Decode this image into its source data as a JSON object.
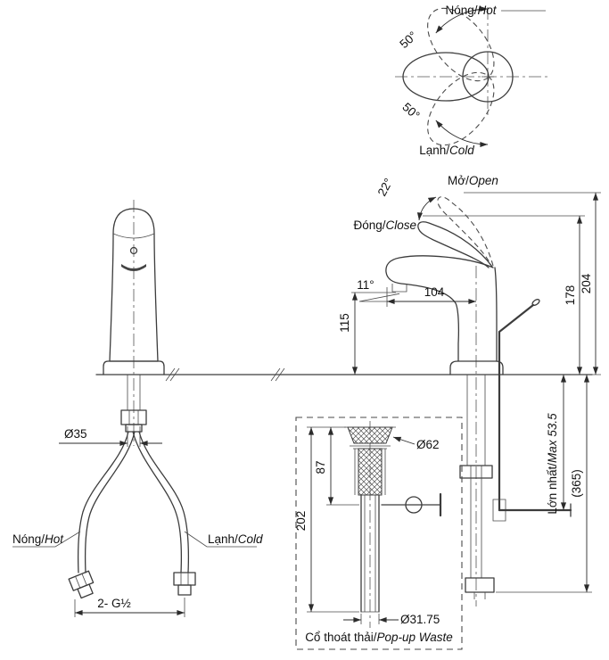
{
  "drawing": {
    "top_view": {
      "hot_vi": "Nóng/",
      "hot_en": "Hot",
      "cold_vi": "Lạnh/",
      "cold_en": "Cold",
      "angle_upper": "50°",
      "angle_lower": "50°"
    },
    "side_view": {
      "open_vi": "Mở/",
      "open_en": "Open",
      "close_vi": "Đóng/",
      "close_en": "Close",
      "angle_open": "22°",
      "angle_spout": "11°",
      "dim_reach": "104",
      "dim_spout_height": "115",
      "dim_height_closed": "178",
      "dim_height_open": "204",
      "dim_max_vi": "Lớn nhất/",
      "dim_max_en": "Max 53.5",
      "dim_total": "(365)"
    },
    "front_view": {
      "dim_body_dia": "Ø35",
      "hot_vi": "Nóng/",
      "hot_en": "Hot",
      "cold_vi": "Lạnh/",
      "cold_en": "Cold",
      "thread": "2- G½"
    },
    "popup_waste": {
      "caption_vi": "Cổ thoát thải/",
      "caption_en": "Pop-up Waste",
      "dim_flange_dia": "Ø62",
      "dim_rod_height": "87",
      "dim_length": "202",
      "dim_tail_dia": "Ø31.75"
    }
  },
  "colors": {
    "line": "#3c3c3c",
    "text": "#111111",
    "background": "#ffffff"
  }
}
